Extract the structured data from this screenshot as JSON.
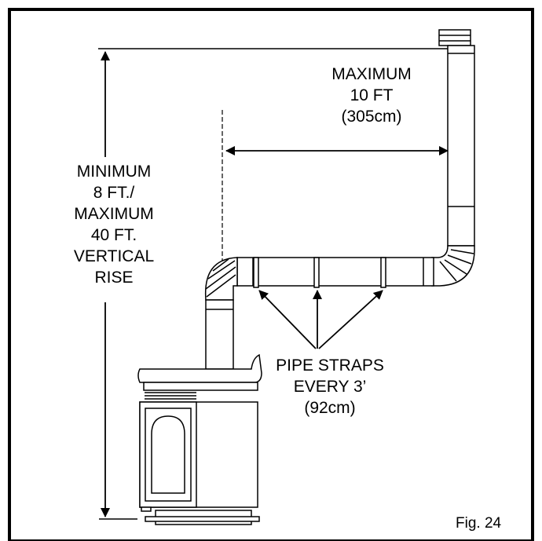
{
  "diagram": {
    "max_horizontal": {
      "line1": "MAXIMUM",
      "line2": "10 FT",
      "line3": "(305cm)"
    },
    "vertical_rise": {
      "line1": "MINIMUM",
      "line2": "8 FT./",
      "line3": "MAXIMUM",
      "line4": "40 FT.",
      "line5": "VERTICAL",
      "line6": "RISE"
    },
    "pipe_straps": {
      "line1": "PIPE STRAPS",
      "line2": "EVERY 3’",
      "line3": "(92cm)"
    },
    "figure_label": "Fig. 24",
    "colors": {
      "stroke": "#000000",
      "background": "#ffffff"
    }
  }
}
